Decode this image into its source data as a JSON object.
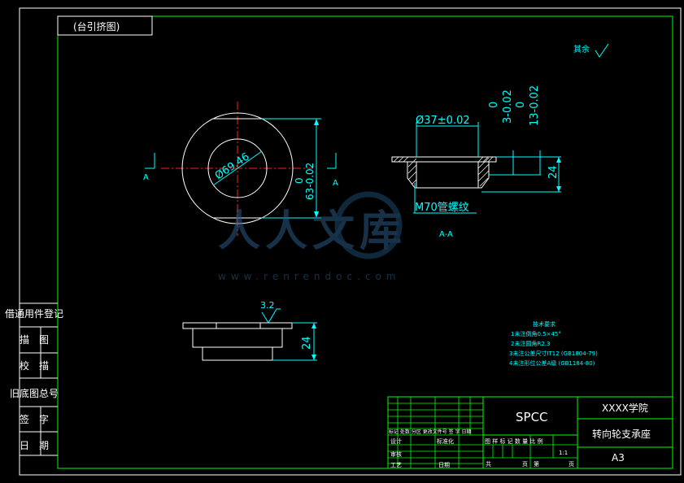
{
  "header_label": "(台引挤图)",
  "roughness_note": "其余",
  "section_label_left": "A",
  "section_label_right": "A",
  "section_view_label": "A-A",
  "dim_hole_dia": "Ø69.46",
  "dim_outer_dia_0": "0",
  "dim_outer_dia_main": "63-0.02",
  "dim_bore_dia": "Ø37±0.02",
  "dim_tol_a_0": "0",
  "dim_tol_a_main": "3-0.02",
  "dim_tol_b_0": "0",
  "dim_tol_b_main": "13-0.02",
  "dim_height_section": "24",
  "dim_thread": "M70管螺纹",
  "dim_roughness": "3.2",
  "dim_height_bottom": "24",
  "tech_req": {
    "title": "技术要求",
    "items": [
      "1未注倒角0.5×45°",
      "2未注圆角R2.3",
      "3未注公差尺寸IT12 (GB1804-79)",
      "4未注形位公差A级 (GB1184-80)"
    ]
  },
  "side_labels": {
    "reg": "借通用件登记",
    "trace": "描　图",
    "check": "校　描",
    "old_no": "旧底图总号",
    "sign": "签　字",
    "date": "日　期"
  },
  "title_block": {
    "material": "SPCC",
    "school": "XXXX学院",
    "part_name": "转向轮支承座",
    "sheet_size": "A3",
    "scale": "1:1",
    "header_row": "标记 处数 分区 更改文件号 签 字 日期",
    "design": "设计",
    "standard": "标准化",
    "review": "审核",
    "process": "工艺",
    "date": "日期",
    "stage_header": "图 样 标 记  数 量  比 例",
    "total": "共",
    "page": "页",
    "no": "第",
    "page2": "页"
  },
  "watermark": {
    "cn": "人人文库",
    "url": "www.renrendoc.com"
  }
}
